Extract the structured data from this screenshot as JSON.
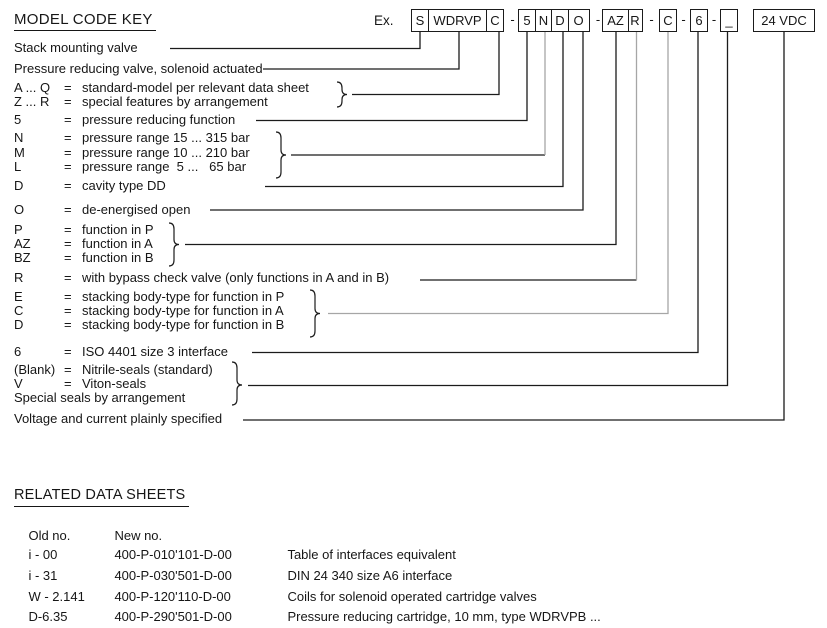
{
  "colors": {
    "text": "#161616",
    "line_black": "#1b1b1b",
    "line_gray": "#a6a6a6",
    "background": "#ffffff"
  },
  "header": {
    "title": "MODEL CODE KEY",
    "example_label": "Ex."
  },
  "code": {
    "separator": "-",
    "segments": [
      {
        "cells": [
          "S",
          "WDRVP",
          "C"
        ]
      },
      {
        "cells": [
          "5",
          "N",
          "D",
          "O"
        ]
      },
      {
        "cells": [
          "AZ",
          "R"
        ]
      },
      {
        "cells": [
          "C"
        ]
      },
      {
        "cells": [
          "6"
        ]
      },
      {
        "cells": [
          "_"
        ]
      }
    ],
    "voltage_box": "24 VDC"
  },
  "key_rows": [
    {
      "code": "",
      "eq": "",
      "text": "Stack mounting valve"
    },
    {
      "code": "",
      "eq": "",
      "text": "Pressure reducing valve, solenoid actuated"
    },
    {
      "code": "A ... Q",
      "eq": "=",
      "text": "standard-model per relevant data sheet"
    },
    {
      "code": "Z ... R",
      "eq": "=",
      "text": "special features by arrangement"
    },
    {
      "code": "5",
      "eq": "=",
      "text": "pressure reducing function"
    },
    {
      "code": "N",
      "eq": "=",
      "text": "pressure range 15 ... 315 bar"
    },
    {
      "code": "M",
      "eq": "=",
      "text": "pressure range 10 ... 210 bar"
    },
    {
      "code": "L",
      "eq": "=",
      "text": "pressure range  5 ...   65 bar"
    },
    {
      "code": "D",
      "eq": "=",
      "text": "cavity type DD"
    },
    {
      "code": "O",
      "eq": "=",
      "text": "de-energised open"
    },
    {
      "code": "P",
      "eq": "=",
      "text": "function in P"
    },
    {
      "code": "AZ",
      "eq": "=",
      "text": "function in A"
    },
    {
      "code": "BZ",
      "eq": "=",
      "text": "function in B"
    },
    {
      "code": "R",
      "eq": "=",
      "text": "with bypass check valve (only functions in A and in B)"
    },
    {
      "code": "E",
      "eq": "=",
      "text": "stacking body-type for function in P"
    },
    {
      "code": "C",
      "eq": "=",
      "text": "stacking body-type for function in A"
    },
    {
      "code": "D",
      "eq": "=",
      "text": "stacking body-type for function in B"
    },
    {
      "code": "6",
      "eq": "=",
      "text": "ISO 4401 size 3 interface"
    },
    {
      "code": "(Blank)",
      "eq": "=",
      "text": "Nitrile-seals (standard)"
    },
    {
      "code": "V",
      "eq": "=",
      "text": "Viton-seals"
    },
    {
      "code": "",
      "eq": "",
      "text": "Special seals by arrangement"
    },
    {
      "code": "",
      "eq": "",
      "text": "Voltage and current plainly specified"
    }
  ],
  "related": {
    "title": "RELATED DATA SHEETS",
    "col_old": "Old no.",
    "col_new": "New no.",
    "rows": [
      {
        "old": "i - 00",
        "new": "400-P-010'101-D-00",
        "desc": "Table of interfaces equivalent"
      },
      {
        "old": "i - 31",
        "new": "400-P-030'501-D-00",
        "desc": "DIN 24 340 size A6 interface"
      },
      {
        "old": "W - 2.141",
        "new": "400-P-120'110-D-00",
        "desc": "Coils for solenoid operated cartridge valves"
      },
      {
        "old": "D-6.35",
        "new": "400-P-290'501-D-00",
        "desc": "Pressure reducing cartridge, 10 mm, type WDRVPB ..."
      }
    ]
  }
}
